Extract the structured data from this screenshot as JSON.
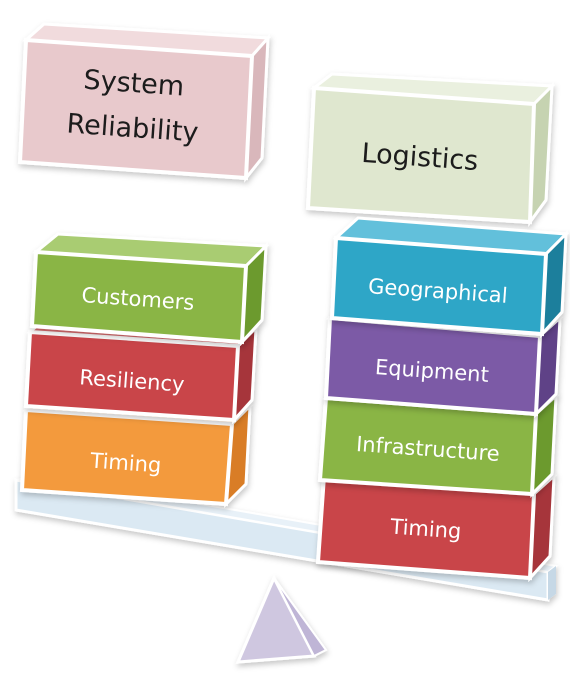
{
  "header_boxes": {
    "left": {
      "line1": "System",
      "line2": "Reliability",
      "color": "#e8c9cc"
    },
    "right": {
      "label": "Logistics",
      "color": "#dfe7cf"
    }
  },
  "left_stack": [
    {
      "label": "Customers",
      "color": "#8ab545"
    },
    {
      "label": "Resiliency",
      "color": "#c9454a"
    },
    {
      "label": "Timing",
      "color": "#f39a3e"
    }
  ],
  "right_stack": [
    {
      "label": "Geographical",
      "color": "#2fa6c7"
    },
    {
      "label": "Equipment",
      "color": "#7b5aa6"
    },
    {
      "label": "Infrastructure",
      "color": "#8ab545"
    },
    {
      "label": "Timing",
      "color": "#c9454a"
    }
  ],
  "colors": {
    "beam": "#dbe9f3",
    "fulcrum": "#d8d1e6"
  }
}
